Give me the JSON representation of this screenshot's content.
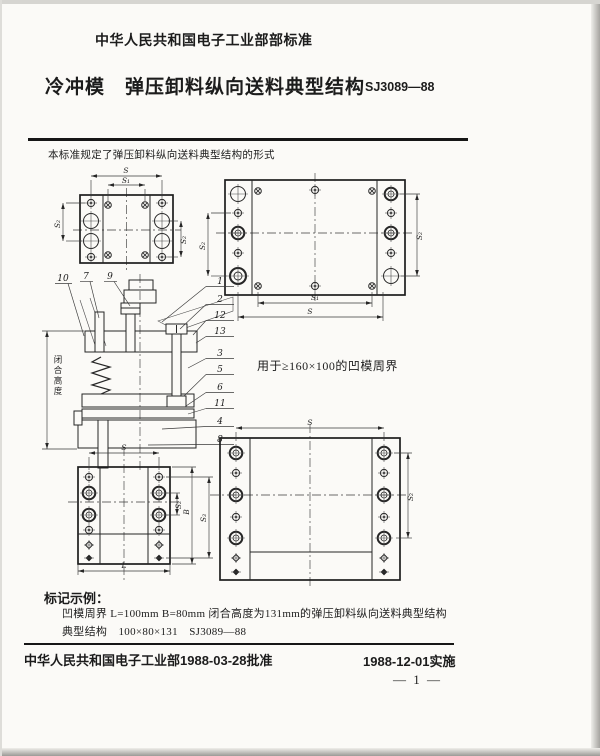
{
  "header": {
    "org_line": "中华人民共和国电子工业部部标准",
    "title": "冷冲模　弹压卸料纵向送料典型结构",
    "standard_no": "SJ3089—88"
  },
  "intro": "本标准规定了弹压卸料纵向送料典型结构的形式",
  "usage_note": "用于≥160×100的凹模周界",
  "marking_example": {
    "label": "标记示例：",
    "line1": "凹模周界 L=100mm B=80mm 闭合高度为131mm的弹压卸料纵向送料典型结构",
    "line2": "典型结构　100×80×131　SJ3089—88"
  },
  "footer": {
    "approval": "中华人民共和国电子工业部1988-03-28批准",
    "implementation": "1988-12-01实施",
    "page_number": "— 1 —"
  },
  "drawings": {
    "top_left_view": {
      "dim_s": "S",
      "dim_s1": "S₁",
      "dim_s2_left": "S₂",
      "dim_s2_right": "S₂"
    },
    "top_right_view": {
      "dim_s2_left": "S₂",
      "dim_s2_right": "S₂",
      "dim_s1": "S₁",
      "dim_s": "S"
    },
    "section_view": {
      "closed_height_label": "闭合高度",
      "top_labels": [
        "10",
        "7",
        "9"
      ],
      "right_labels": [
        "1",
        "2",
        "12",
        "13",
        "3",
        "5",
        "6",
        "11",
        "4",
        "8"
      ]
    },
    "bottom_left_view": {
      "dim_s": "S",
      "dim_l": "L",
      "dim_s2": "S₂",
      "dim_b": "B",
      "dim_s3": "S₃"
    },
    "bottom_right_view": {
      "dim_s": "S",
      "dim_s2": "S₂"
    }
  },
  "colors": {
    "ink": "#1c1c1c",
    "paper": "#fbfaf7"
  }
}
